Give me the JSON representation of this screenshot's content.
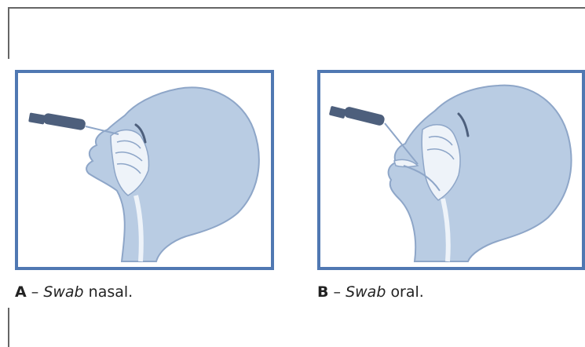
{
  "colors": {
    "frame": "#666666",
    "panel_border": "#5078b2",
    "head_fill": "#b9cce3",
    "head_stroke": "#8ea6c8",
    "swab": "#4d5f7c"
  },
  "figures": [
    {
      "letter": "A",
      "dash": "–",
      "term": "Swab",
      "rest": "nasal."
    },
    {
      "letter": "B",
      "dash": "–",
      "term": "Swab",
      "rest": "oral."
    }
  ]
}
